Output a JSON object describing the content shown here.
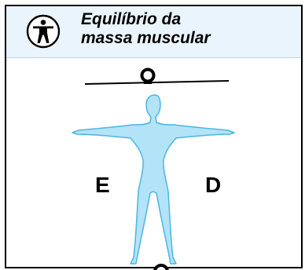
{
  "panel": {
    "title_line1": "Equilíbrio da",
    "title_line2": "massa muscular",
    "header_icon": "person-accessibility-icon",
    "left_side_label": "E",
    "right_side_label": "D"
  },
  "colors": {
    "header_background": "#eaf4fc",
    "body_fill": "#b3e3f7",
    "body_stroke": "#4ab6e2",
    "border": "#000000"
  }
}
